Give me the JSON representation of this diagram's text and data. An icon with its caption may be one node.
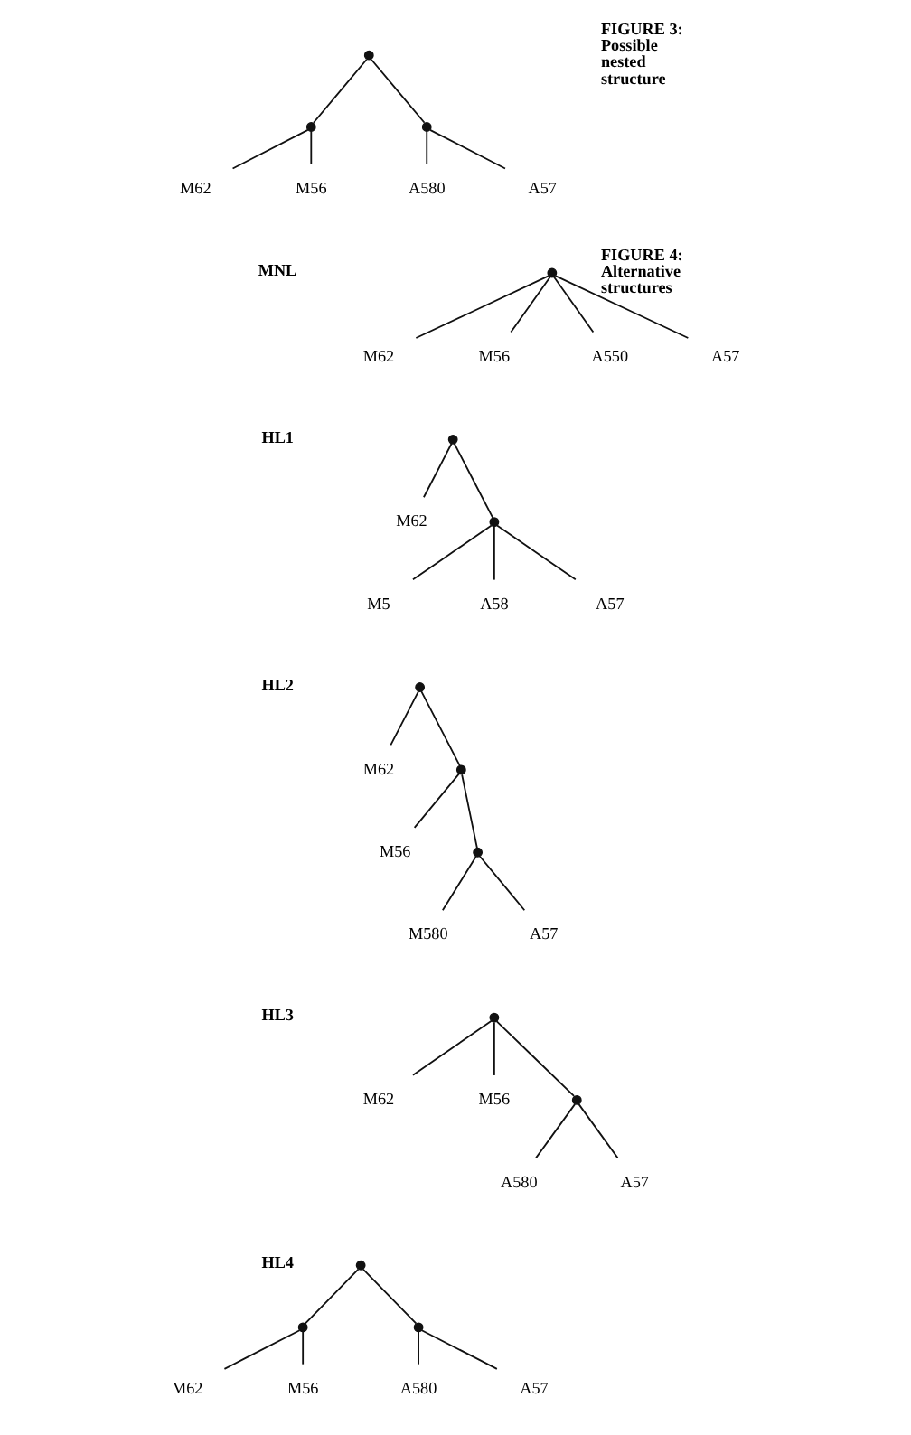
{
  "diagram": {
    "nodes": [
      {
        "text": [],
        "shape": "circle"
      },
      {
        "text": [],
        "shape": "circle"
      },
      {
        "text": [],
        "shape": "circle"
      },
      {
        "text": [
          "M62"
        ]
      },
      {
        "text": [
          "M56"
        ]
      },
      {
        "text": [
          "A580"
        ]
      },
      {
        "text": [
          "A57"
        ]
      },
      {
        "text": [],
        "shape": "circle"
      },
      {
        "text": [
          "M62"
        ]
      },
      {
        "text": [
          "M56"
        ]
      },
      {
        "text": [
          "A550"
        ]
      },
      {
        "text": [
          "A57"
        ]
      },
      {
        "text": [],
        "shape": "circle"
      },
      {
        "text": [
          "M62"
        ]
      },
      {
        "text": [],
        "shape": "circle"
      },
      {
        "text": [
          "M5"
        ]
      },
      {
        "text": [
          "A58"
        ]
      },
      {
        "text": [
          "A57"
        ]
      },
      {
        "text": [],
        "shape": "circle"
      },
      {
        "text": [
          "M62"
        ]
      },
      {
        "text": [],
        "shape": "circle"
      },
      {
        "text": [
          "M56"
        ]
      },
      {
        "text": [],
        "shape": "circle"
      },
      {
        "text": [
          "M580"
        ]
      },
      {
        "text": [
          "A57"
        ]
      },
      {
        "text": [],
        "shape": "circle"
      },
      {
        "text": [
          "M62"
        ]
      },
      {
        "text": [
          "M56"
        ]
      },
      {
        "text": [],
        "shape": "circle"
      },
      {
        "text": [
          "A580"
        ]
      },
      {
        "text": [
          "A57"
        ]
      },
      {
        "text": [],
        "shape": "circle"
      },
      {
        "text": [],
        "shape": "circle"
      },
      {
        "text": [],
        "shape": "circle"
      },
      {
        "text": [
          "M62"
        ]
      },
      {
        "text": [
          "M56"
        ]
      },
      {
        "text": [
          "A580"
        ]
      },
      {
        "text": [
          "A57"
        ]
      }
    ],
    "edges": [
      {
        "from": 0,
        "to": 1,
        "arrow": "none"
      },
      {
        "from": 0,
        "to": 2,
        "arrow": "none"
      },
      {
        "from": 1,
        "to": 3,
        "arrow": "none"
      },
      {
        "from": 1,
        "to": 4,
        "arrow": "none"
      },
      {
        "from": 2,
        "to": 5,
        "arrow": "none"
      },
      {
        "from": 2,
        "to": 6,
        "arrow": "none"
      },
      {
        "from": 7,
        "to": 8,
        "arrow": "none"
      },
      {
        "from": 7,
        "to": 9,
        "arrow": "none"
      },
      {
        "from": 7,
        "to": 10,
        "arrow": "none"
      },
      {
        "from": 7,
        "to": 11,
        "arrow": "none"
      },
      {
        "from": 12,
        "to": 13,
        "arrow": "none"
      },
      {
        "from": 12,
        "to": 14,
        "arrow": "none"
      },
      {
        "from": 14,
        "to": 15,
        "arrow": "none"
      },
      {
        "from": 14,
        "to": 16,
        "arrow": "none"
      },
      {
        "from": 14,
        "to": 17,
        "arrow": "none"
      },
      {
        "from": 18,
        "to": 19,
        "arrow": "none"
      },
      {
        "from": 18,
        "to": 20,
        "arrow": "none"
      },
      {
        "from": 20,
        "to": 21,
        "arrow": "none"
      },
      {
        "from": 20,
        "to": 22,
        "arrow": "none"
      },
      {
        "from": 22,
        "to": 23,
        "arrow": "none"
      },
      {
        "from": 22,
        "to": 24,
        "arrow": "none"
      },
      {
        "from": 25,
        "to": 26,
        "arrow": "none"
      },
      {
        "from": 25,
        "to": 27,
        "arrow": "none"
      },
      {
        "from": 25,
        "to": 28,
        "arrow": "none"
      },
      {
        "from": 28,
        "to": 29,
        "arrow": "none"
      },
      {
        "from": 28,
        "to": 30,
        "arrow": "none"
      },
      {
        "from": 31,
        "to": 32,
        "arrow": "none"
      },
      {
        "from": 31,
        "to": 33,
        "arrow": "none"
      },
      {
        "from": 32,
        "to": 34,
        "arrow": "none"
      },
      {
        "from": 32,
        "to": 35,
        "arrow": "none"
      },
      {
        "from": 33,
        "to": 36,
        "arrow": "none"
      },
      {
        "from": 33,
        "to": 37,
        "arrow": "none"
      }
    ],
    "labels": [
      "FIGURE 3: Possible nested structure",
      "MNL",
      "FIGURE 4: Alternative structures",
      "HL1",
      "HL2",
      "HL3",
      "HL4"
    ]
  }
}
